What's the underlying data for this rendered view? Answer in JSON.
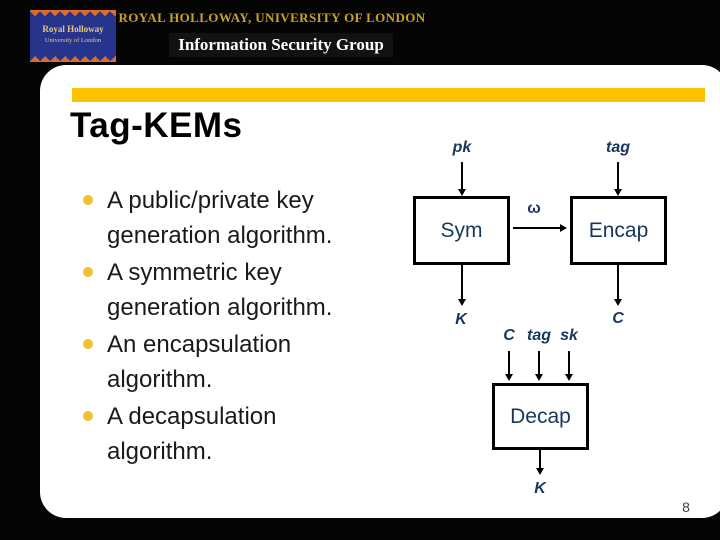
{
  "header": {
    "logo_line1": "Royal Holloway",
    "logo_line2": "University of London",
    "university_title": "ROYAL HOLLOWAY, UNIVERSITY OF LONDON",
    "group_title": "Information Security Group"
  },
  "slide": {
    "title": "Tag-KEMs",
    "bullets": [
      "A public/private key generation algorithm.",
      "A symmetric key generation algorithm.",
      "An encapsulation algorithm.",
      "A decapsulation algorithm."
    ],
    "page_number": "8"
  },
  "diagram": {
    "sym_box": "Sym",
    "encap_box": "Encap",
    "decap_box": "Decap",
    "pk_label": "pk",
    "tag_label": "tag",
    "omega_label": "ω",
    "sym_output": "K",
    "encap_output": "C",
    "decap_input_c": "C",
    "decap_input_tag": "tag",
    "decap_input_sk": "sk",
    "decap_output": "K"
  },
  "colors": {
    "background_black": "#050505",
    "gold_bar": "#FFC200",
    "bullet_gold": "#EFBE2C",
    "header_gold": "#C9A227",
    "diagram_navy": "#17375E",
    "logo_blue": "#27348B",
    "logo_orange": "#E06B28"
  }
}
